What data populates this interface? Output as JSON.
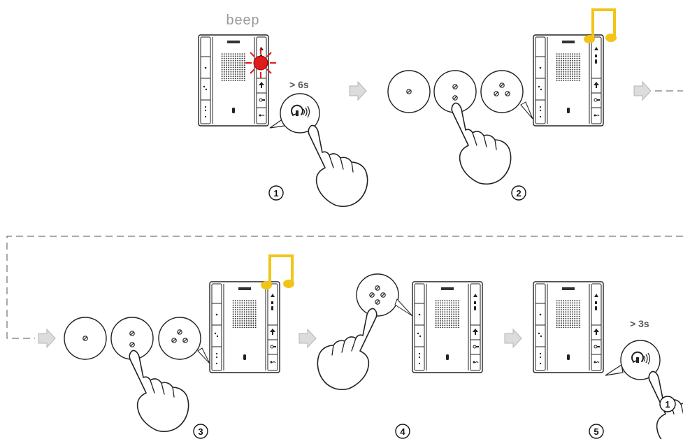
{
  "diagram": {
    "beep_text": "beep",
    "step1_duration": "> 6s",
    "step5_duration": "> 3s",
    "step5_inner_number": "1",
    "steps": [
      {
        "number": "1"
      },
      {
        "number": "2"
      },
      {
        "number": "3"
      },
      {
        "number": "4"
      },
      {
        "number": "5"
      }
    ],
    "colors": {
      "led_red": "#e11a1a",
      "note_yellow": "#f2c418",
      "arrow_gray": "#d9d9d9",
      "line_dark": "#2b2b2b"
    },
    "icons": [
      "device-icon",
      "hand-pointer-icon",
      "music-note-icon",
      "led-flash-icon",
      "key-reset-icon",
      "arrow-right-icon"
    ]
  }
}
